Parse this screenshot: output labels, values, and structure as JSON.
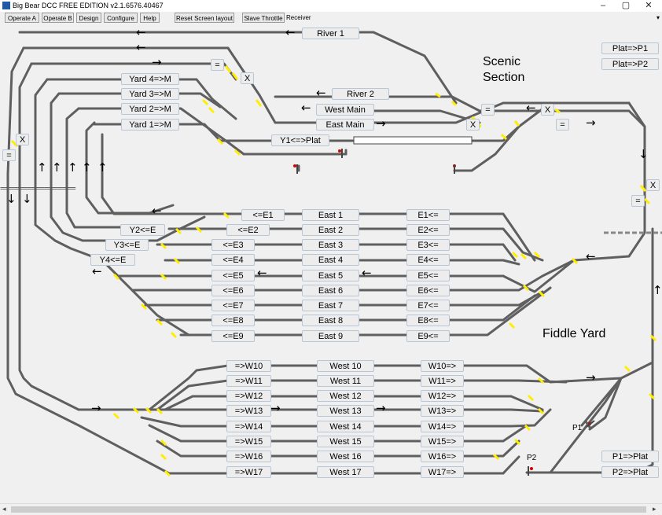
{
  "window": {
    "title": "Big Bear DCC FREE EDITION  v2.1.6576.40467",
    "minimize": "–",
    "maximize": "▢",
    "close": "✕"
  },
  "menu": {
    "operate_a": "Operate A",
    "operate_b": "Operate B",
    "design": "Design",
    "configure": "Configure",
    "help": "Help",
    "reset": "Reset Screen layout",
    "slave": "Slave Throttle",
    "receiver": "Receiver"
  },
  "areas": {
    "scenic": "Scenic\nSection",
    "fiddle": "Fiddle Yard"
  },
  "scenic": {
    "river1": "River 1",
    "river2": "River 2",
    "west_main": "West Main",
    "east_main": "East Main",
    "y1_plat": "Y1<=>Plat",
    "yard4": "Yard 4=>M",
    "yard3": "Yard 3=>M",
    "yard2": "Yard 2=>M",
    "yard1": "Yard 1=>M",
    "plat_p1": "Plat=>P1",
    "plat_p2": "Plat=>P2"
  },
  "east": [
    {
      "left": "<=E1",
      "name": "East 1",
      "right": "E1<="
    },
    {
      "left": "<=E2",
      "name": "East 2",
      "right": "E2<="
    },
    {
      "left": "<=E3",
      "name": "East 3",
      "right": "E3<="
    },
    {
      "left": "<=E4",
      "name": "East 4",
      "right": "E4<="
    },
    {
      "left": "<=E5",
      "name": "East 5",
      "right": "E5<="
    },
    {
      "left": "<=E6",
      "name": "East 6",
      "right": "E6<="
    },
    {
      "left": "<=E7",
      "name": "East 7",
      "right": "E7<="
    },
    {
      "left": "<=E8",
      "name": "East 8",
      "right": "E8<="
    },
    {
      "left": "<=E9",
      "name": "East 9",
      "right": "E9<="
    }
  ],
  "west": [
    {
      "left": "=>W10",
      "name": "West 10",
      "right": "W10=>"
    },
    {
      "left": "=>W11",
      "name": "West 11",
      "right": "W11=>"
    },
    {
      "left": "=>W12",
      "name": "West 12",
      "right": "W12=>"
    },
    {
      "left": "=>W13",
      "name": "West 13",
      "right": "W13=>"
    },
    {
      "left": "=>W14",
      "name": "West 14",
      "right": "W14=>"
    },
    {
      "left": "=>W15",
      "name": "West 15",
      "right": "W15=>"
    },
    {
      "left": "=>W16",
      "name": "West 16",
      "right": "W16=>"
    },
    {
      "left": "=>W17",
      "name": "West 17",
      "right": "W17=>"
    }
  ],
  "yard_exits": {
    "y2": "Y2<=E",
    "y3": "Y3<=E",
    "y4": "Y4<=E"
  },
  "platforms": {
    "p1_plat": "P1=>Plat",
    "p2_plat": "P2=>Plat",
    "p1": "P1",
    "p2": "P2"
  },
  "symbols": {
    "x": "X",
    "eq": "=",
    "arrow_left": "←",
    "arrow_right": "→",
    "arrow_up": "↑",
    "arrow_down": "↓",
    "dashes": "================="
  }
}
